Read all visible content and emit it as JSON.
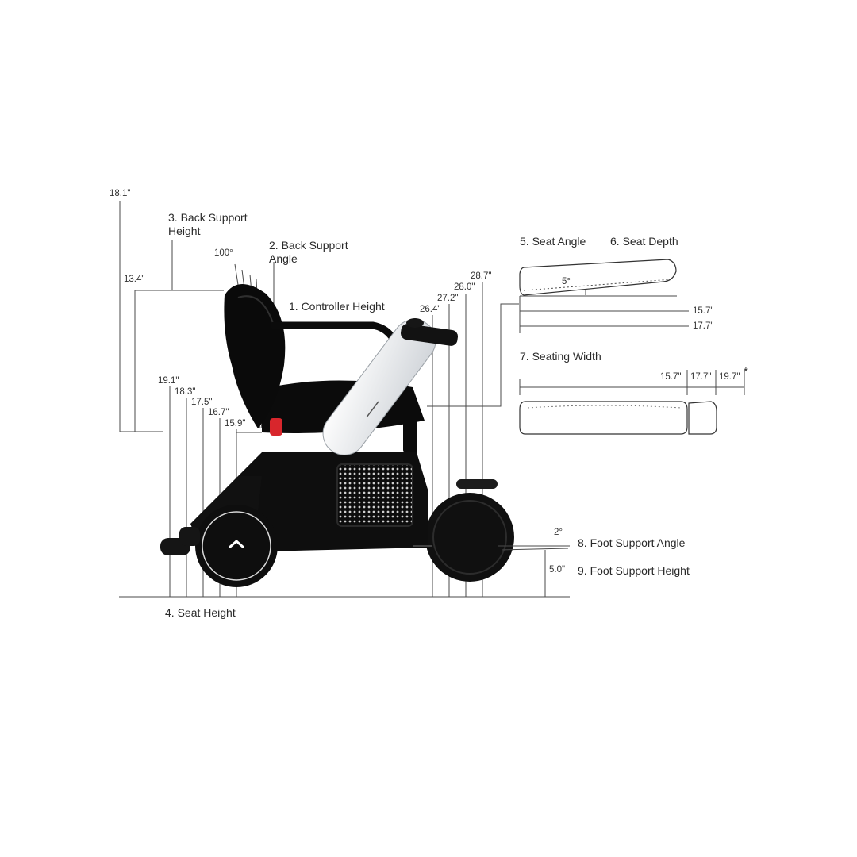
{
  "labels": {
    "controller_height": "1. Controller Height",
    "back_support_angle": "2. Back Support\nAngle",
    "back_support_height": "3. Back Support\nHeight",
    "seat_height": "4. Seat Height",
    "seat_angle": "5. Seat Angle",
    "seat_depth": "6. Seat Depth",
    "seating_width": "7. Seating Width",
    "foot_support_angle": "8. Foot Support Angle",
    "foot_support_height": "9. Foot Support Height"
  },
  "back_support_height_values": [
    "18.1\"",
    "13.4\""
  ],
  "back_support_angle_value": "100°",
  "seat_height_values": [
    "19.1\"",
    "18.3\"",
    "17.5\"",
    "16.7\"",
    "15.9\""
  ],
  "controller_height_values": [
    "26.4\"",
    "27.2\"",
    "28.0\"",
    "28.7\""
  ],
  "seat_angle_value": "5°",
  "seat_depth_values": [
    "15.7\"",
    "17.7\""
  ],
  "seating_width_values": [
    "15.7\"",
    "17.7\"",
    "19.7\"",
    "*"
  ],
  "foot_support_angle_value": "2°",
  "foot_support_height_value": "5.0\"",
  "colors": {
    "line": "#4a4a4a",
    "chair_body": "#111111",
    "armrest": "#e9ebee",
    "accent": "#d8262c"
  }
}
